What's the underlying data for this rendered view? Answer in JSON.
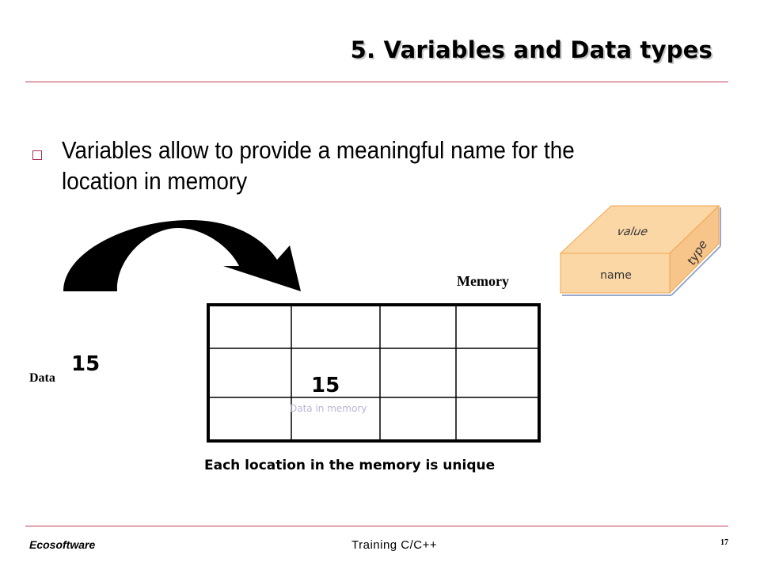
{
  "slide": {
    "title": "5. Variables and Data types",
    "bullet": "Variables  allow  to provide a meaningful name for the location in memory",
    "memory_label": "Memory",
    "data_label": "Data",
    "data_value": "15",
    "grid_value": "15",
    "grid_caption": "Data in memory",
    "caption": "Each location in the memory is unique",
    "box": {
      "top": "value",
      "front": "name",
      "side": "type"
    }
  },
  "footer": {
    "company": "Ecosoftware",
    "course": "Training C/C++",
    "page": "17"
  },
  "colors": {
    "rule": "#c0405a",
    "box_fill": "#fbd7a6",
    "box_edge": "#f0a54e"
  }
}
